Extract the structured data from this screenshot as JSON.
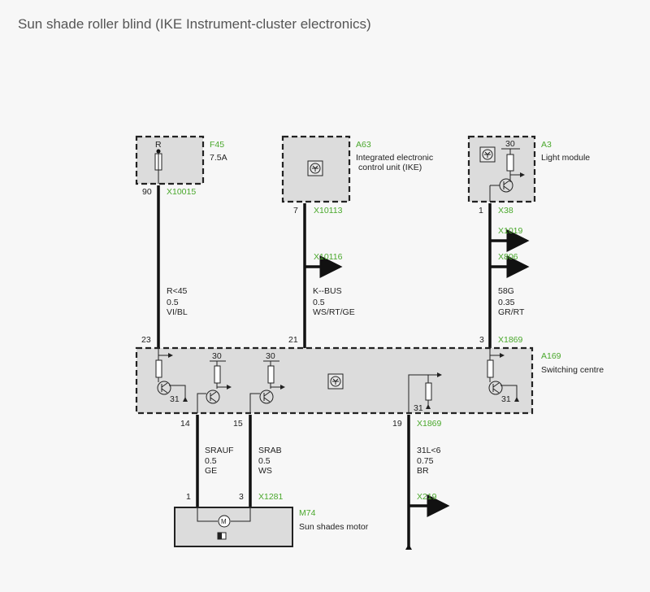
{
  "title": "Sun shade roller blind (IKE Instrument-cluster electronics)",
  "components": {
    "f45": {
      "id": "F45",
      "desc": "7.5A",
      "pin_top": "R",
      "pin": "90",
      "connector": "X10015"
    },
    "a63": {
      "id": "A63",
      "desc1": "Integrated electronic",
      "desc2": "control unit (IKE)",
      "pin": "7",
      "connector": "X10113"
    },
    "a3": {
      "id": "A3",
      "desc": "Light module",
      "supply": "30",
      "pin": "1",
      "connector": "X38"
    },
    "a169": {
      "id": "A169",
      "desc": "Switching centre",
      "pins_top": [
        "23",
        "21",
        "3"
      ],
      "connector_top": "X1869",
      "pins_bottom": [
        "14",
        "15",
        "19"
      ],
      "connector_bottom": "X1869",
      "supply": "30",
      "ground": "31"
    },
    "m74": {
      "id": "M74",
      "desc": "Sun shades motor",
      "pins": [
        "1",
        "3"
      ],
      "connector": "X1281",
      "motor_symbol": "M"
    }
  },
  "connectors": {
    "x10116": "X10116",
    "x1019": "X1019",
    "x806": "X806",
    "x219": "X219"
  },
  "wires": [
    {
      "signal": "R<45",
      "size": "0.5",
      "color": "VI/BL"
    },
    {
      "signal": "K--BUS",
      "size": "0.5",
      "color": "WS/RT/GE"
    },
    {
      "signal": "58G",
      "size": "0.35",
      "color": "GR/RT"
    },
    {
      "signal": "SRAUF",
      "size": "0.5",
      "color": "GE"
    },
    {
      "signal": "SRAB",
      "size": "0.5",
      "color": "WS"
    },
    {
      "signal": "31L<6",
      "size": "0.75",
      "color": "BR"
    }
  ]
}
